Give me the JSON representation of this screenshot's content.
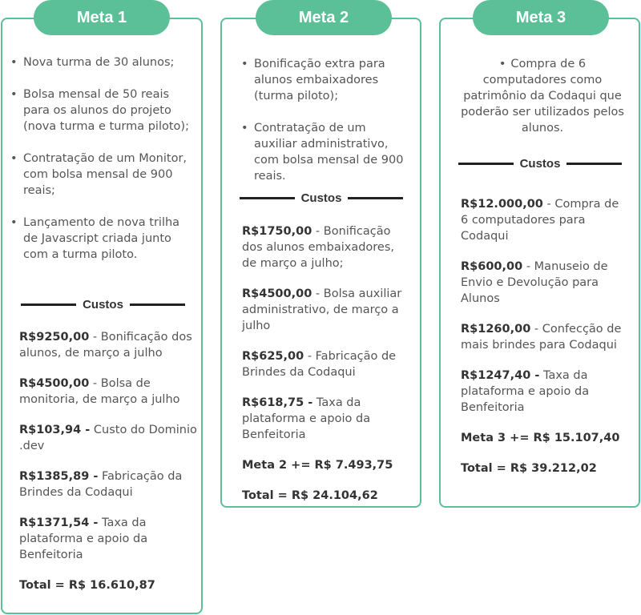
{
  "metas": [
    {
      "title": "Meta 1",
      "bullets": [
        "Nova turma de 30 alunos;",
        "Bolsa mensal de 50 reais para os alunos do projeto (nova turma e turma piloto);",
        "Contratação de um Monitor, com bolsa mensal de 900 reais;",
        "Lançamento de nova trilha de Javascript criada junto com a turma piloto."
      ],
      "custos_label": "Custos",
      "costs": [
        {
          "amount": "R$9250,00",
          "desc": "- Bonificação dos alunos, de março a julho"
        },
        {
          "amount": "R$4500,00",
          "desc": "- Bolsa de monitoria, de março a julho"
        },
        {
          "amount": "R$103,94 -",
          "desc": "Custo do Dominio .dev"
        },
        {
          "amount": "R$1385,89 -",
          "desc": "Fabricação da Brindes da Codaqui"
        },
        {
          "amount": "R$1371,54 -",
          "desc": "Taxa da plataforma e apoio da Benfeitoria"
        }
      ],
      "summary": [
        "Total = R$ 16.610,87"
      ]
    },
    {
      "title": "Meta 2",
      "bullets": [
        "Bonificação extra para alunos embaixadores (turma piloto);",
        "Contratação de um auxiliar administrativo, com bolsa mensal de 900 reais."
      ],
      "custos_label": "Custos",
      "costs": [
        {
          "amount": "R$1750,00",
          "desc": "- Bonificação dos alunos embaixadores, de março a julho;"
        },
        {
          "amount": "R$4500,00",
          "desc": "- Bolsa auxiliar administrativo, de março a julho"
        },
        {
          "amount": "R$625,00",
          "desc": "- Fabricação de Brindes da Codaqui"
        },
        {
          "amount": "R$618,75 -",
          "desc": "Taxa da plataforma e apoio da Benfeitoria"
        }
      ],
      "summary": [
        "Meta 2 += R$ 7.493,75",
        "Total = R$ 24.104,62"
      ]
    },
    {
      "title": "Meta 3",
      "bullets": [
        "Compra de 6 computadores como patrimônio da Codaqui que poderão ser utilizados pelos alunos."
      ],
      "custos_label": "Custos",
      "costs": [
        {
          "amount": "R$12.000,00",
          "desc": "- Compra de 6 computadores para Codaqui"
        },
        {
          "amount": "R$600,00",
          "desc": "- Manuseio de Envio e Devolução para Alunos"
        },
        {
          "amount": "R$1260,00",
          "desc": "- Confecção de mais brindes para Codaqui"
        },
        {
          "amount": "R$1247,40 -",
          "desc": "Taxa da plataforma e apoio da Benfeitoria"
        }
      ],
      "summary": [
        "Meta 3 += R$ 15.107,40",
        "Total = R$ 39.212,02"
      ]
    }
  ],
  "colors": {
    "accent": "#5bbf98",
    "text": "#555555",
    "bold_text": "#333333"
  }
}
